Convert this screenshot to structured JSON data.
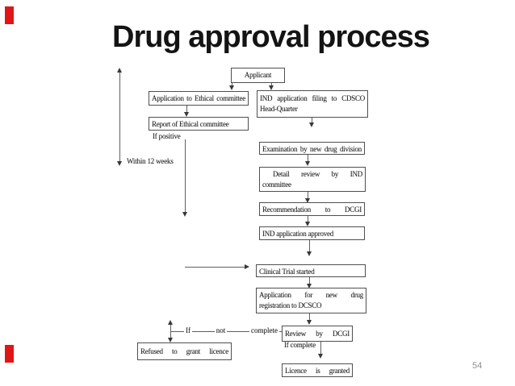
{
  "slide": {
    "title": "Drug approval process",
    "page_number": "54"
  },
  "colors": {
    "accent_red": "#e01616",
    "box_border": "#4f4f4f",
    "line": "#5f5f5f",
    "text": "#262626",
    "page_number": "#8f8f8f"
  },
  "flowchart": {
    "applicant": "Applicant",
    "app_ethical": "Application to Ethical committee",
    "report_ethical": "Report of Ethical committee",
    "if_positive": "If positive",
    "within_12_weeks": "Within 12 weeks",
    "ind_filing_line1": "IND application filing to CDSCO",
    "ind_filing_line2": "Head-Quarter",
    "examination": "Examination by new drug division",
    "detail_review_line1": "Detail review by IND",
    "detail_review_line2": "committee",
    "recommendation": "Recommendation to DCGI",
    "ind_approved": "IND application approved",
    "clinical_trial": "Clinical Trial started",
    "application_reg_line1": "Application for new drug",
    "application_reg_line2": "registration to DCSCO",
    "review_dcgi": "Review by DCGI",
    "if_not_complete": [
      "If",
      "not",
      "complete"
    ],
    "refused": "Refused to grant licence",
    "if_complete": "If complete",
    "licence_granted": "Licence is granted"
  }
}
